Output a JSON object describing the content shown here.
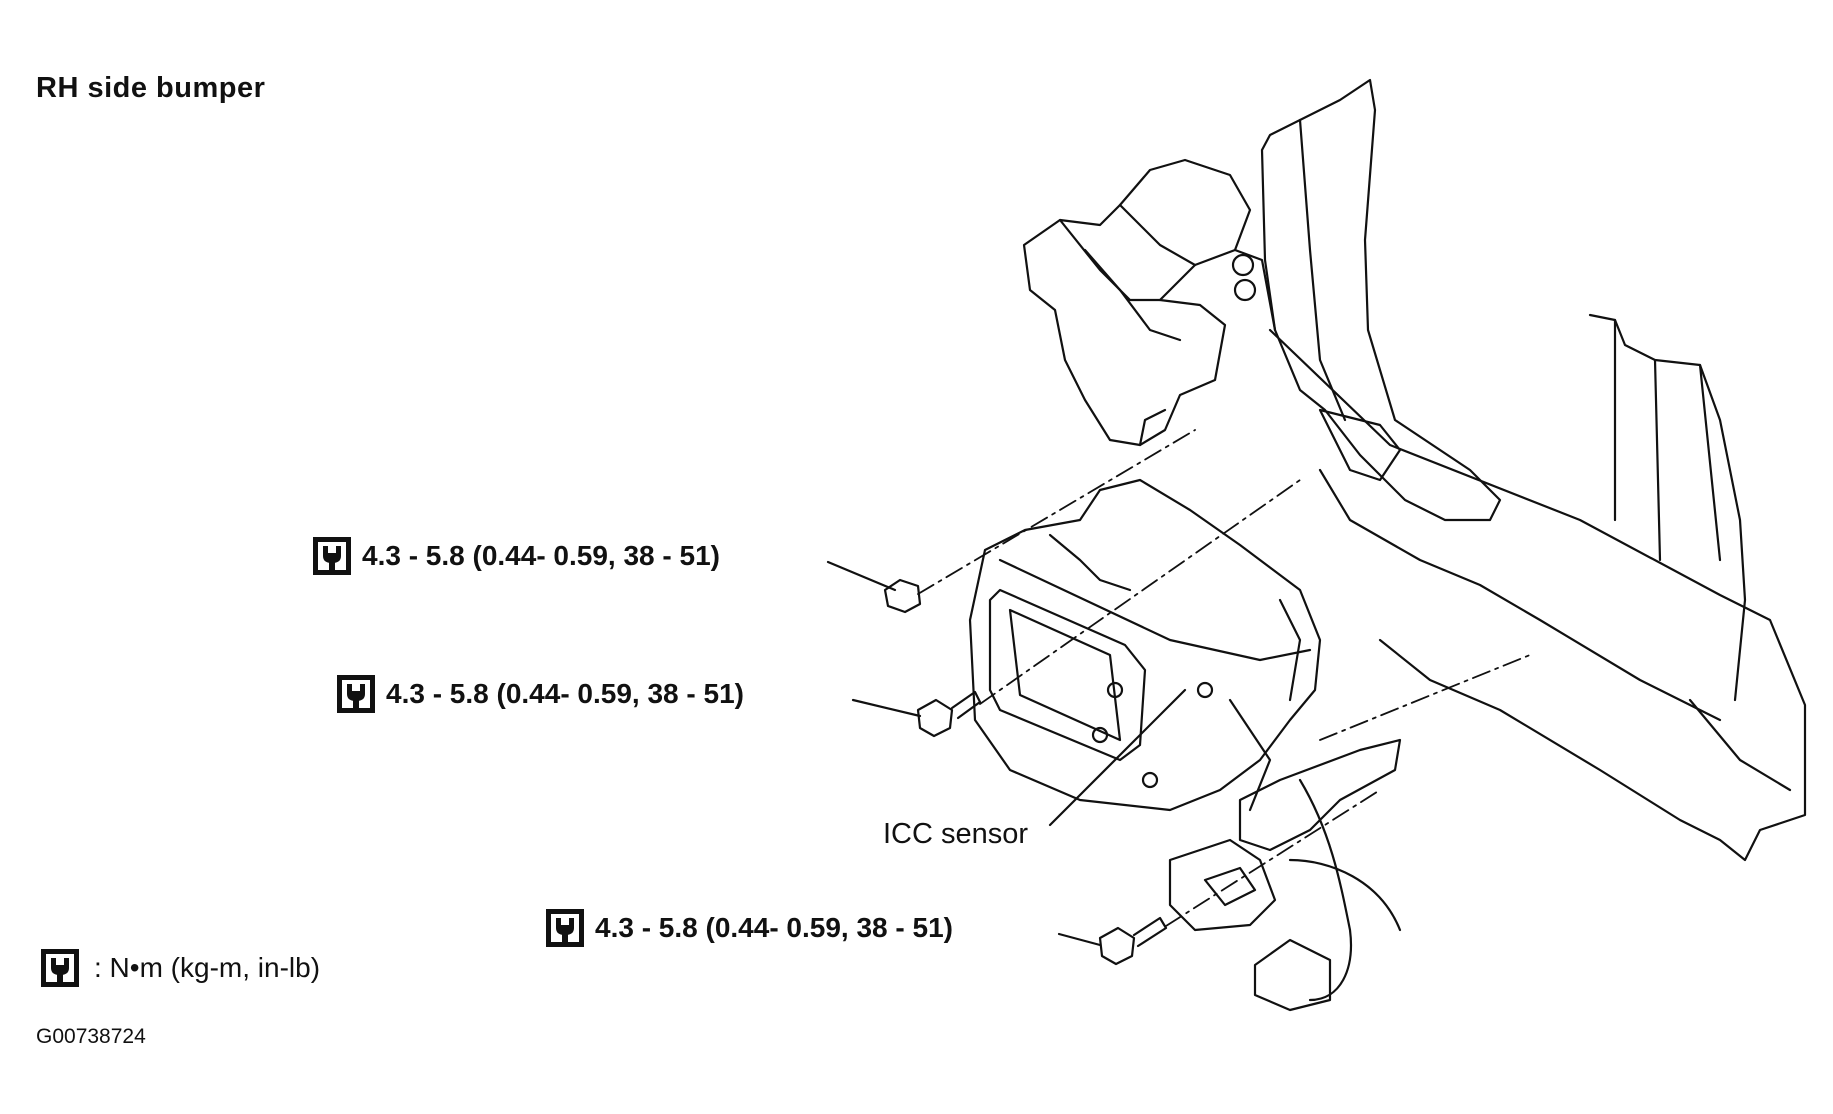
{
  "title": "RH side bumper",
  "torque_specs": [
    {
      "value": "4.3 - 5.8 (0.44- 0.59, 38 - 51)",
      "icon": "torque-wrench-icon"
    },
    {
      "value": "4.3 - 5.8 (0.44- 0.59, 38 - 51)",
      "icon": "torque-wrench-icon"
    },
    {
      "value": "4.3 - 5.8 (0.44- 0.59, 38 - 51)",
      "icon": "torque-wrench-icon"
    }
  ],
  "component_label": "ICC sensor",
  "legend": {
    "icon": "torque-wrench-icon",
    "text": ": N•m  (kg-m,  in-lb)"
  },
  "figure_code": "G00738724",
  "colors": {
    "ink": "#111111",
    "paper": "#ffffff"
  }
}
